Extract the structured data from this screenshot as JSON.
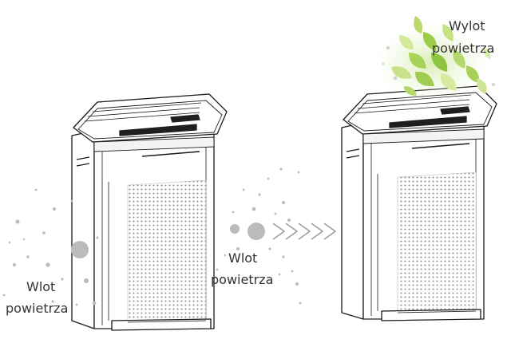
{
  "labels": {
    "inlet_left": {
      "line1": "Wlot",
      "line2": "powietrza"
    },
    "inlet_mid": {
      "line1": "Wlot",
      "line2": "powietrza"
    },
    "outlet": {
      "line1": "Wylot",
      "line2": "powietrza"
    }
  },
  "colors": {
    "outline": "#1a1a1a",
    "particle": "#bbbbbb",
    "leaf_light": "#d7ea8e",
    "leaf_dark": "#8fc440",
    "mesh": "#9a9a9a",
    "display_panel": "#1f1f1f"
  },
  "icons": {
    "arrows": "chevron-right-icon"
  }
}
